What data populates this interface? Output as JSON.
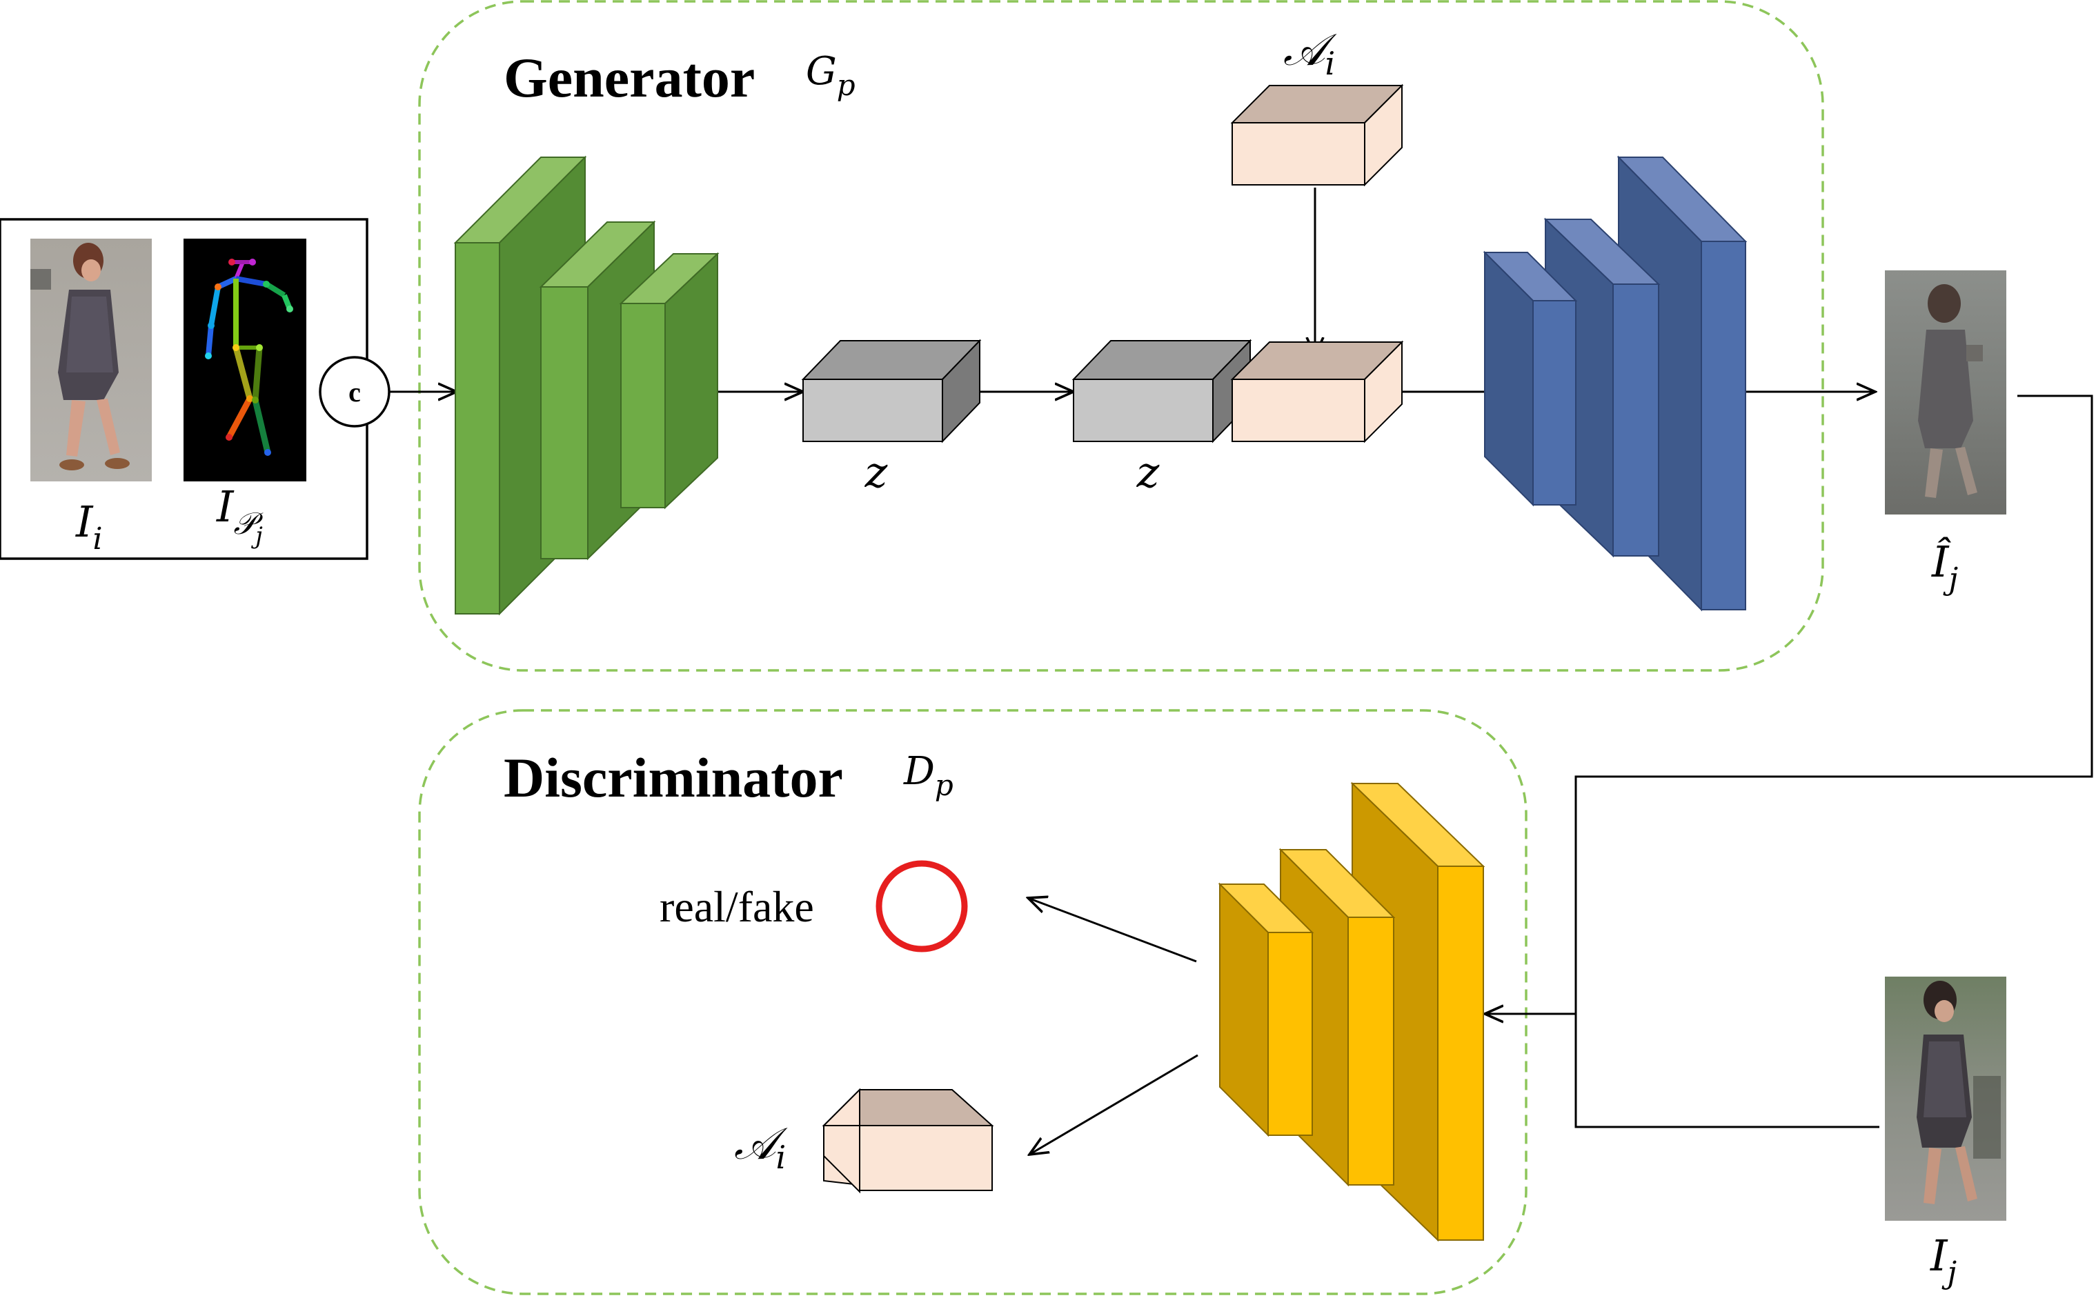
{
  "generator": {
    "title": "Generator",
    "symbol": "Gp",
    "symbol_main": "G",
    "symbol_sub": "p"
  },
  "discriminator": {
    "title": "Discriminator",
    "symbol": "Dp",
    "symbol_main": "D",
    "symbol_sub": "p",
    "output_label": "real/fake"
  },
  "labels": {
    "input_image_main": "I",
    "input_image_sub": "i",
    "pose_map_main": "I",
    "pose_map_sub": "𝒫",
    "pose_map_subsub": "j",
    "latent_1": "z",
    "latent_2": "z",
    "attribute_main": "𝒜",
    "attribute_sub": "i",
    "generated_image_main": "Î",
    "generated_image_sub": "j",
    "real_image_main": "I",
    "real_image_sub": "j",
    "concat": "c"
  },
  "colors": {
    "green_front": "#6fac46",
    "green_side": "#548c34",
    "green_top": "#8fc165",
    "blue_front": "#4f6fac",
    "blue_side": "#3f5a8c",
    "blue_top": "#7088bd",
    "yellow_front": "#ffc000",
    "yellow_side": "#cc9900",
    "yellow_top": "#ffd246",
    "gray_front": "#c6c6c6",
    "gray_side": "#7a7a7a",
    "gray_top": "#9c9c9c",
    "attr_front": "#fbe5d6",
    "attr_side": "#fbe5d6",
    "attr_top": "#cab5a8",
    "dashed_border": "#8dc55a",
    "real_fake_circle": "#e61e1e"
  },
  "icons": {
    "person_photo": "person-photo-icon",
    "pose_skeleton": "pose-skeleton-icon",
    "concat_circle": "concat-circle-icon"
  }
}
